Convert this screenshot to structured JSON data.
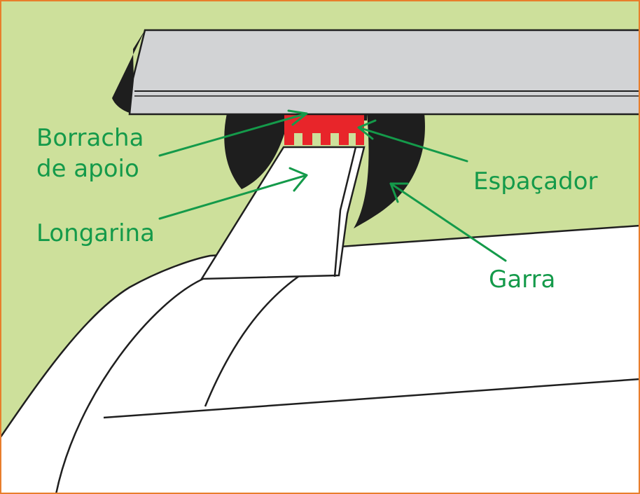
{
  "colors": {
    "background": "#cde09b",
    "border": "#e87e2c",
    "bar": "#d2d3d5",
    "bar_shadow": "#e9eaeb",
    "claw": "#1e1e1e",
    "spacer": "#e8252a",
    "car_body": "#ffffff",
    "outline": "#1f1f1f",
    "label": "#149a4a"
  },
  "labels": {
    "borracha_line1": "Borracha",
    "borracha_line2": "de apoio",
    "espacador": "Espaçador",
    "longarina": "Longarina",
    "garra": "Garra"
  },
  "icons": [
    "arrow-borracha",
    "arrow-espacador",
    "arrow-longarina",
    "arrow-garra"
  ]
}
